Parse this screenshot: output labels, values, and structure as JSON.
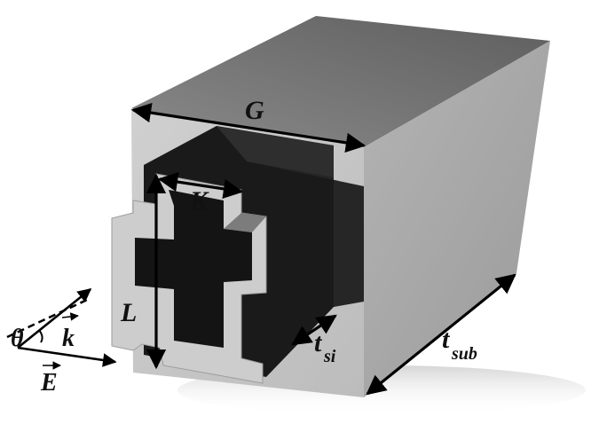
{
  "labels": {
    "G": "G",
    "K": "K",
    "L": "L",
    "t_si_main": "t",
    "t_si_sub": "si",
    "t_sub_main": "t",
    "t_sub_sub": "sub",
    "theta": "θ",
    "k": "k",
    "E": "E"
  },
  "colors": {
    "block_front": "#c4c4c4",
    "block_right": "#a3a3a3",
    "block_top": "#8e8e8e",
    "cavity": "#151515",
    "dimension_line": "#000000"
  }
}
